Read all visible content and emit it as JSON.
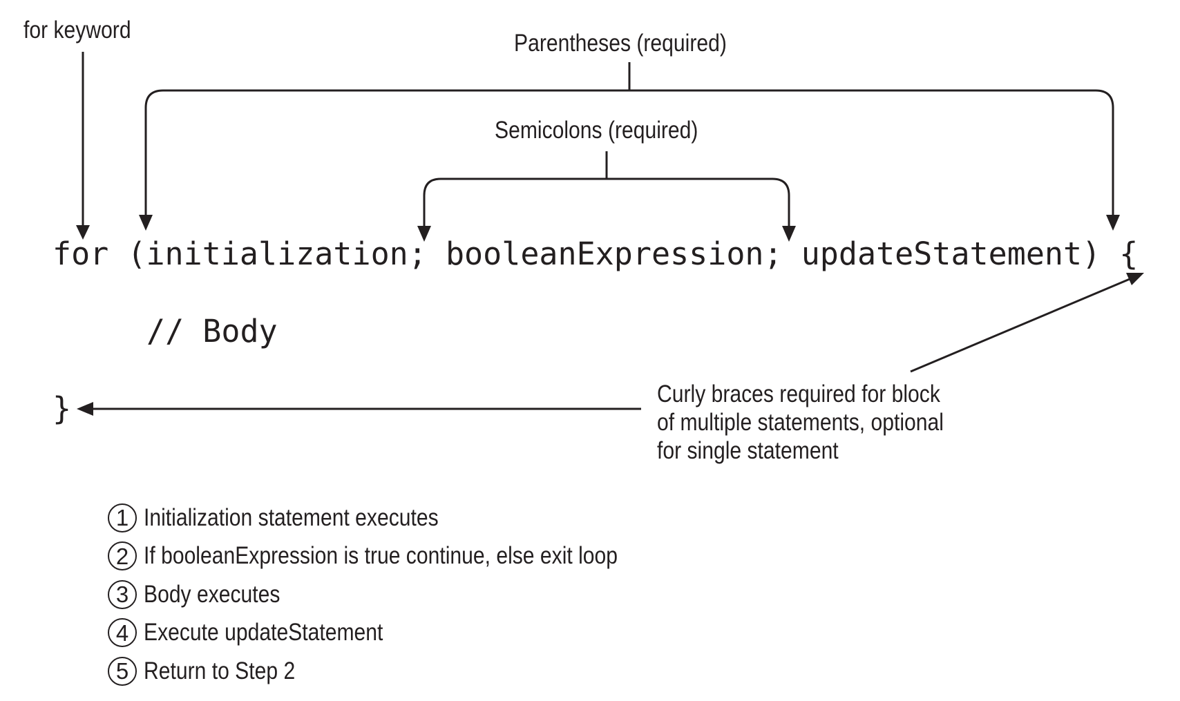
{
  "labels": {
    "for_keyword": "for keyword",
    "parentheses": "Parentheses (required)",
    "semicolons": "Semicolons (required)"
  },
  "code": {
    "for_kw": "for",
    "open_paren": "(",
    "initialization": "initialization;",
    "boolean_expression": "booleanExpression;",
    "update_statement": "updateStatement)",
    "open_brace": "{",
    "body_comment": "// Body",
    "close_brace": "}"
  },
  "curly_note": {
    "line1": "Curly braces required for block",
    "line2": "of multiple statements, optional",
    "line3": "for single statement"
  },
  "steps": [
    {
      "number": "1",
      "text": "Initialization statement executes"
    },
    {
      "number": "2",
      "text": "If booleanExpression is true continue, else exit loop"
    },
    {
      "number": "3",
      "text": "Body executes"
    },
    {
      "number": "4",
      "text": "Execute updateStatement"
    },
    {
      "number": "5",
      "text": "Return to Step 2"
    }
  ],
  "colors": {
    "ink": "#231f20",
    "background": "#ffffff"
  }
}
